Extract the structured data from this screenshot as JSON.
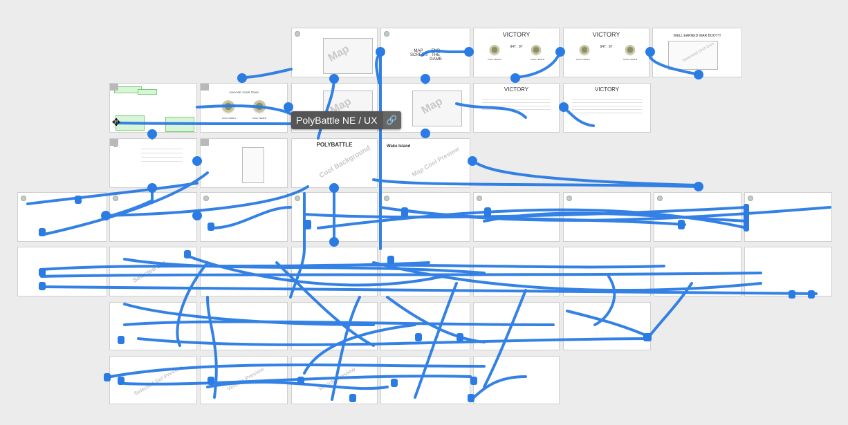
{
  "document": {
    "title": "PolyBattle NE / UX"
  },
  "top_label": "",
  "link_icon": "link-icon",
  "move_icon": "move-cursor-icon",
  "wire_color": "#2a7be4",
  "boards": [
    {
      "id": "b01",
      "label": "",
      "watermark": "Map"
    },
    {
      "id": "b02",
      "text_a": "MAP SCREEN",
      "text_b": "END THE GAME"
    },
    {
      "id": "b03",
      "heading": "VICTORY",
      "team_a": "COOL TEAM A",
      "team_b": "COOL TEAM B",
      "score": "947 : 97"
    },
    {
      "id": "b04",
      "heading": "VICTORY",
      "team_a": "COOL TEAM A",
      "team_b": "COOL TEAM B",
      "score": "947 : 97"
    },
    {
      "id": "b05",
      "heading": "WELL EARNED WAR BOOTY!",
      "watermark": "Selected Unit Gun"
    },
    {
      "id": "b06"
    },
    {
      "id": "b07",
      "heading": "CHOOSE YOUR TEAM",
      "team_a": "COOL TEAM A",
      "team_b": "COOL TEAM B"
    },
    {
      "id": "b08",
      "watermark": "Map"
    },
    {
      "id": "b09",
      "watermark": "Map"
    },
    {
      "id": "b10",
      "heading": "VICTORY"
    },
    {
      "id": "b11",
      "heading": "VICTORY"
    },
    {
      "id": "b12"
    },
    {
      "id": "b13"
    },
    {
      "id": "b14",
      "heading": "POLYBATTLE",
      "watermark": "Cool Background"
    },
    {
      "id": "b15",
      "heading": "Wake Island",
      "watermark": "Map Cool Preview"
    },
    {
      "id": "b16"
    },
    {
      "id": "b17"
    },
    {
      "id": "b18"
    },
    {
      "id": "b19"
    },
    {
      "id": "b20"
    },
    {
      "id": "b21"
    },
    {
      "id": "b22"
    },
    {
      "id": "b23"
    },
    {
      "id": "b24"
    },
    {
      "id": "b25"
    },
    {
      "id": "b26",
      "watermark": "Selected Set"
    },
    {
      "id": "b27"
    },
    {
      "id": "b28"
    },
    {
      "id": "b29"
    },
    {
      "id": "b30"
    },
    {
      "id": "b31"
    },
    {
      "id": "b32"
    },
    {
      "id": "b33"
    },
    {
      "id": "b34"
    },
    {
      "id": "b35"
    },
    {
      "id": "b36"
    },
    {
      "id": "b37"
    },
    {
      "id": "b38"
    },
    {
      "id": "b39"
    },
    {
      "id": "b40",
      "watermark": "Selected Set Preview"
    },
    {
      "id": "b41",
      "watermark": "Vehicle Preview"
    },
    {
      "id": "b42",
      "watermark": "Vehicle Preview"
    },
    {
      "id": "b43"
    },
    {
      "id": "b44"
    }
  ]
}
